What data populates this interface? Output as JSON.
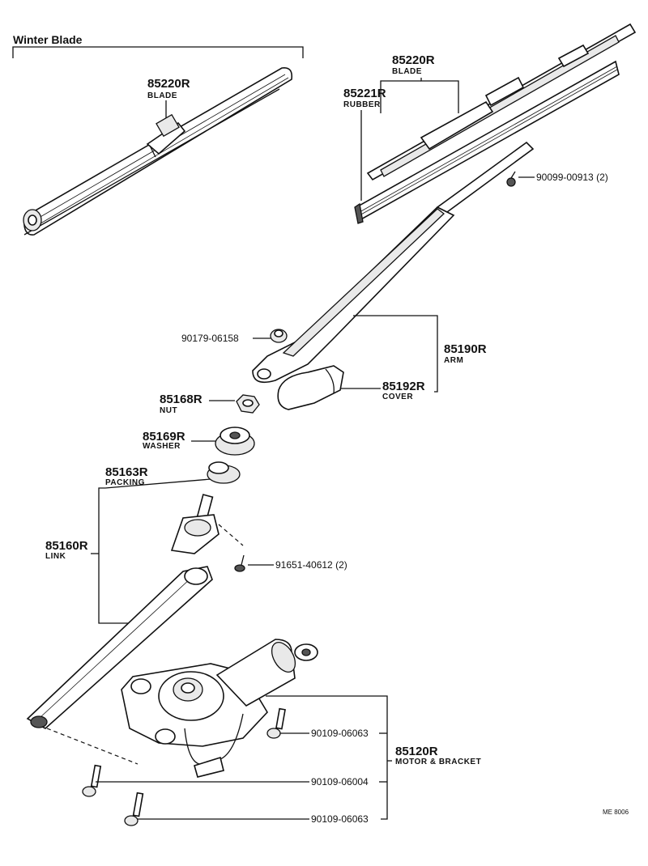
{
  "winter_blade": {
    "title": "Winter Blade",
    "part_no": "85220R",
    "desc": "BLADE"
  },
  "blade": {
    "part_no": "85220R",
    "desc": "BLADE"
  },
  "rubber": {
    "part_no": "85221R",
    "desc": "RUBBER"
  },
  "screw_top": {
    "part_no": "90099-00913 (2)"
  },
  "arm": {
    "part_no": "85190R",
    "desc": "ARM"
  },
  "arm_nut": {
    "part_no": "90179-06158"
  },
  "cover": {
    "part_no": "85192R",
    "desc": "COVER"
  },
  "nut": {
    "part_no": "85168R",
    "desc": "NUT"
  },
  "washer": {
    "part_no": "85169R",
    "desc": "WASHER"
  },
  "packing": {
    "part_no": "85163R",
    "desc": "PACKING"
  },
  "link": {
    "part_no": "85160R",
    "desc": "LINK"
  },
  "link_bolt": {
    "part_no": "91651-40612 (2)"
  },
  "motor": {
    "part_no": "85120R",
    "desc": "MOTOR & BRACKET"
  },
  "bolt_a": {
    "part_no": "90109-06063"
  },
  "bolt_b": {
    "part_no": "90109-06004"
  },
  "bolt_c": {
    "part_no": "90109-06063"
  },
  "figure_code": "ME 8006"
}
